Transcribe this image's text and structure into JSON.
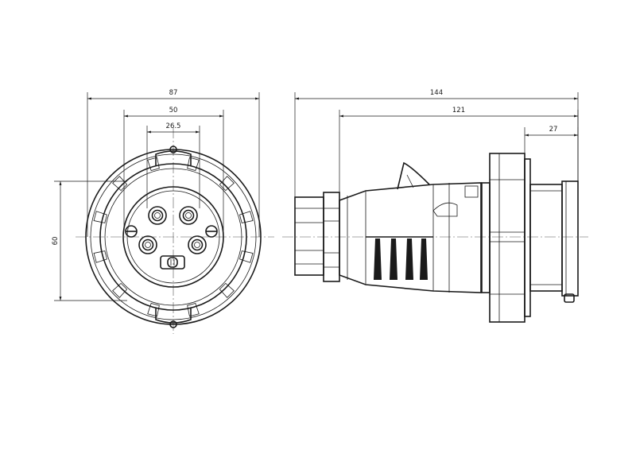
{
  "front_view": {
    "dimensions": {
      "overall_width": "87",
      "pin_span": "50",
      "pin_pitch": "26.5",
      "height": "60"
    }
  },
  "side_view": {
    "dimensions": {
      "overall_length": "144",
      "body_length": "121",
      "flange_depth": "27"
    }
  },
  "colors": {
    "line": "#1a1a1a",
    "background": "#ffffff"
  }
}
